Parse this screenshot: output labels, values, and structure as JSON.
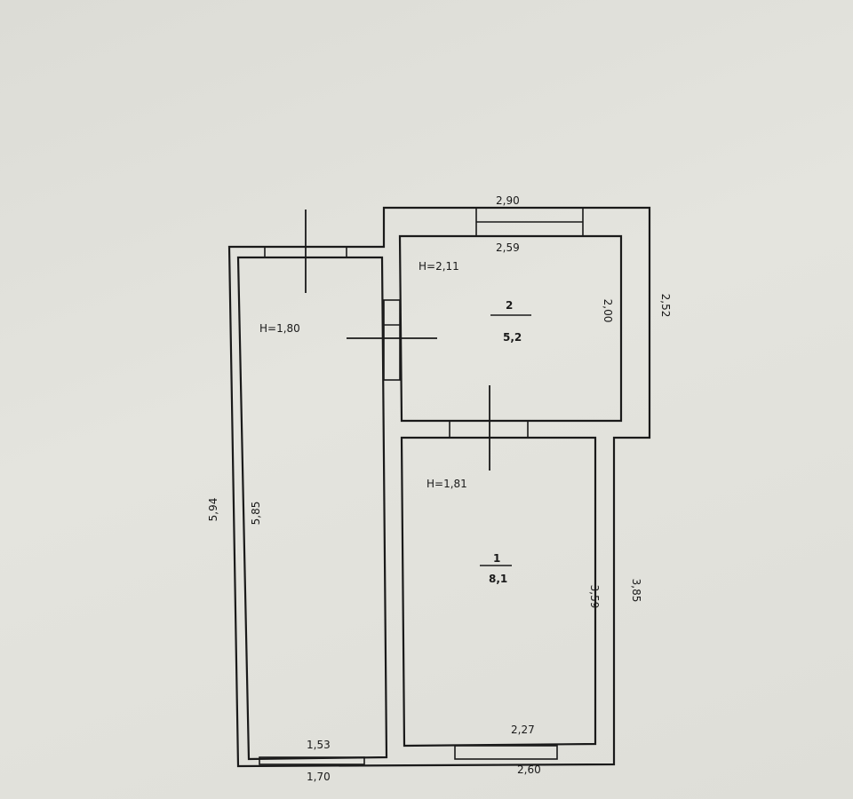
{
  "rooms": [
    {
      "number": "",
      "height": "H=1,80"
    },
    {
      "number": "2",
      "area": "5,2",
      "height": "H=2,11"
    },
    {
      "number": "1",
      "area": "8,1",
      "height": "H=1,81"
    }
  ],
  "dimensions": {
    "top_outer": "2,90",
    "top_inner": "2,59",
    "right_upper_outer": "2,52",
    "right_upper_inner": "2,00",
    "right_lower_outer": "3,85",
    "right_lower_inner": "3,59",
    "left_outer": "5,94",
    "left_inner": "5,85",
    "bottom_left_inner": "1,53",
    "bottom_left_outer": "1,70",
    "bottom_right_inner": "2,27",
    "bottom_right_outer": "2,60"
  }
}
